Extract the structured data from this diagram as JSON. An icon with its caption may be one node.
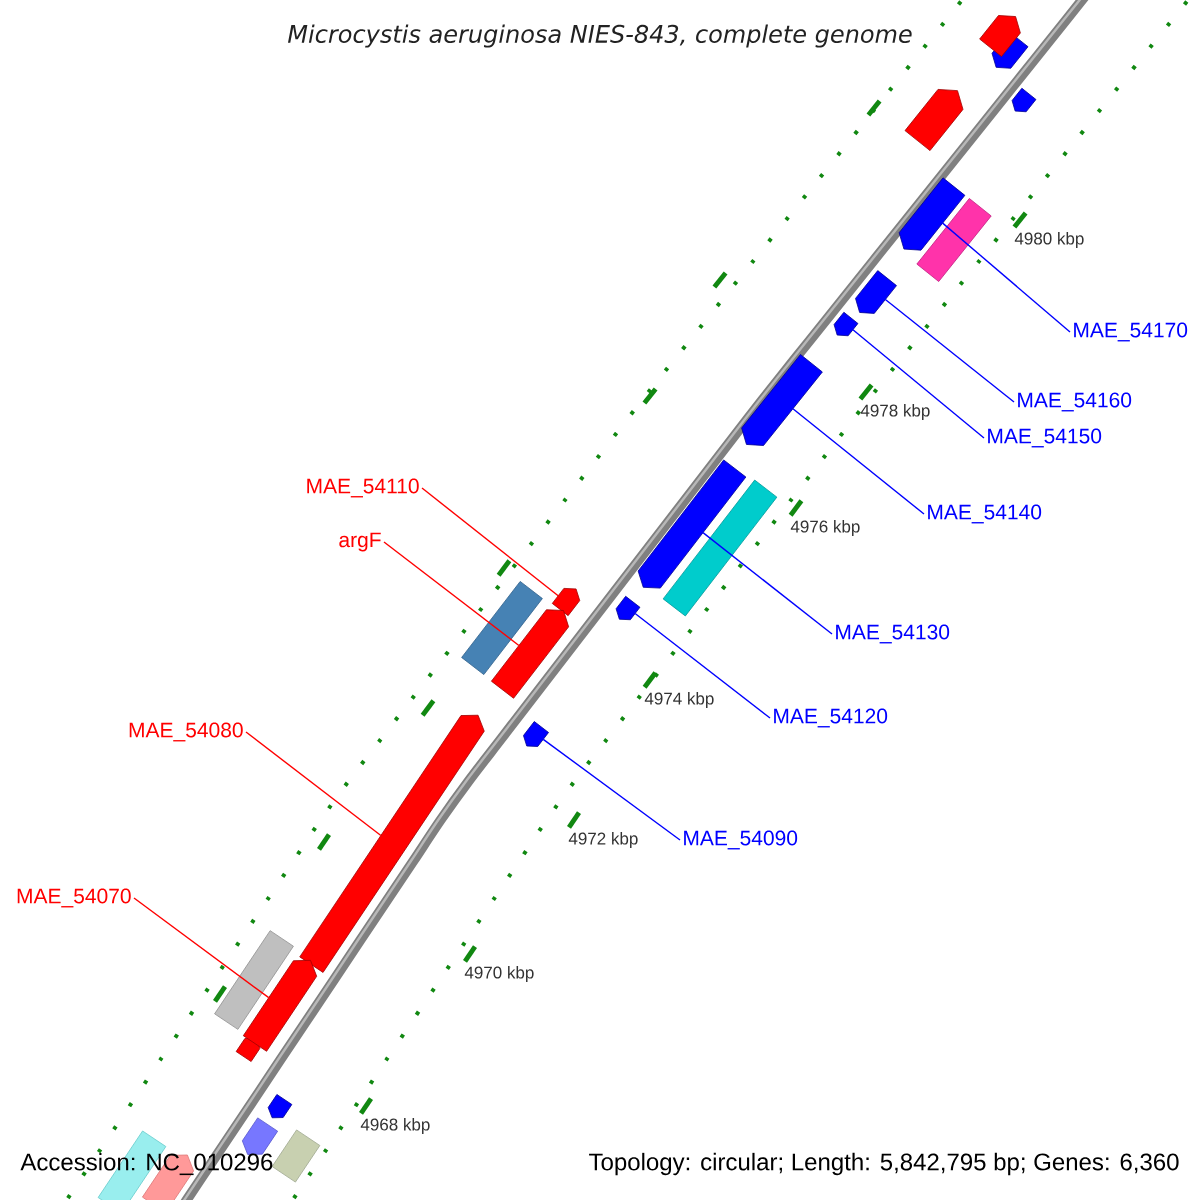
{
  "diagram": {
    "title": "Microcystis aeruginosa NIES-843, complete genome",
    "nodes": [
      {
        "text": [
          "MAE_54170"
        ]
      },
      {
        "text": [],
        "shape": "arrow"
      },
      {
        "text": [
          "MAE_54160"
        ]
      },
      {
        "text": [],
        "shape": "arrow"
      },
      {
        "text": [
          "MAE_54150"
        ]
      },
      {
        "text": [],
        "shape": "arrow"
      },
      {
        "text": [
          "MAE_54110"
        ]
      },
      {
        "text": [],
        "shape": "arrow"
      },
      {
        "text": [
          "MAE_54140"
        ]
      },
      {
        "text": [],
        "shape": "arrow"
      },
      {
        "text": [
          "argF"
        ]
      },
      {
        "text": [],
        "shape": "arrow"
      },
      {
        "text": [
          "MAE_54130"
        ]
      },
      {
        "text": [],
        "shape": "arrow"
      },
      {
        "text": [
          "MAE_54120"
        ]
      },
      {
        "text": [],
        "shape": "arrow"
      },
      {
        "text": [
          "MAE_54080"
        ]
      },
      {
        "text": [],
        "shape": "arrow"
      },
      {
        "text": [
          "MAE_54090"
        ]
      },
      {
        "text": [],
        "shape": "arrow"
      },
      {
        "text": [
          "MAE_54070"
        ]
      },
      {
        "text": [],
        "shape": "arrow"
      },
      {
        "text": [],
        "shape": "arrow"
      },
      {
        "text": [],
        "shape": "arrow"
      }
    ],
    "edges": [
      {
        "from": 0,
        "to": 1,
        "arrow": "none"
      },
      {
        "from": 2,
        "to": 3,
        "arrow": "none"
      },
      {
        "from": 4,
        "to": 5,
        "arrow": "none"
      },
      {
        "from": 6,
        "to": 7,
        "arrow": "none",
        "color": "#ff0000"
      },
      {
        "from": 8,
        "to": 9,
        "arrow": "none"
      },
      {
        "from": 10,
        "to": 11,
        "arrow": "none",
        "color": "#ff0000"
      },
      {
        "from": 12,
        "to": 13,
        "arrow": "none"
      },
      {
        "from": 14,
        "to": 15,
        "arrow": "none"
      },
      {
        "from": 16,
        "to": 17,
        "arrow": "none",
        "color": "#ff0000"
      },
      {
        "from": 18,
        "to": 19,
        "arrow": "none"
      },
      {
        "from": 20,
        "to": 21,
        "arrow": "none",
        "color": "#ff0000"
      }
    ],
    "labels": [
      "4980 kbp",
      "4978 kbp",
      "4976 kbp",
      "4974 kbp",
      "4972 kbp",
      "4970 kbp",
      "4968 kbp",
      "Accession: NC_010296",
      "Topology: circular; Length: 5,842,795 bp; Genes: 6,360"
    ]
  }
}
